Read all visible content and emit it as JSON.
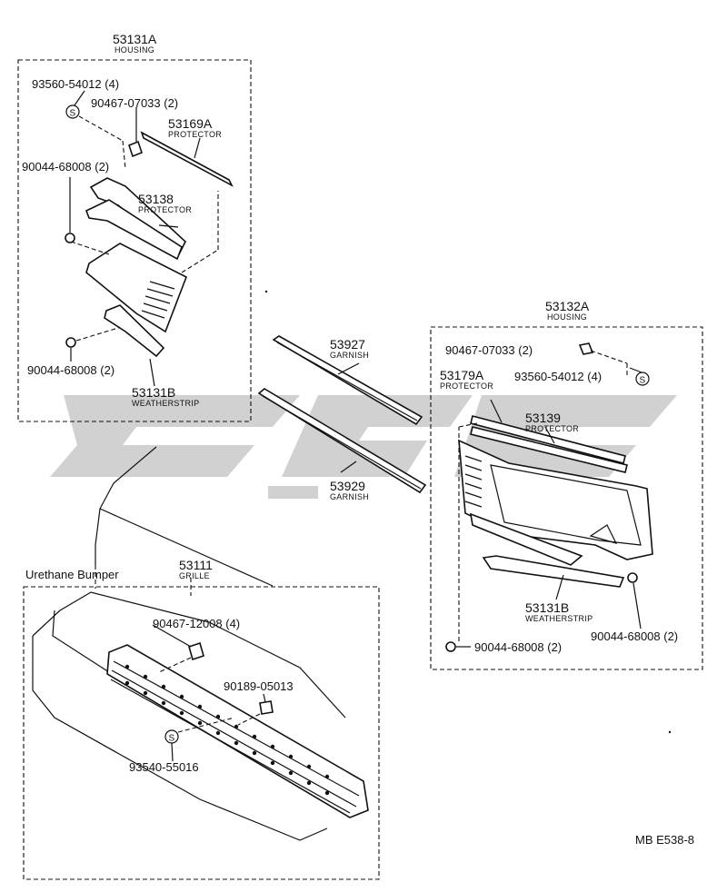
{
  "diagram": {
    "labels": {
      "housing_left_pn": "53131A",
      "housing_left_name": "HOUSING",
      "screw_left_pn": "93560-54012 (4)",
      "clip_left_pn": "90467-07033 (2)",
      "protector_left_pn": "53169A",
      "protector_left_name": "PROTECTOR",
      "nut_left_top_pn": "90044-68008 (2)",
      "protector_mid_left_pn": "53138",
      "protector_mid_left_name": "PROTECTOR",
      "nut_left_bottom_pn": "90044-68008 (2)",
      "weatherstrip_left_pn": "53131B",
      "weatherstrip_left_name": "WEATHERSTRIP",
      "garnish_upper_pn": "53927",
      "garnish_upper_name": "GARNISH",
      "garnish_lower_pn": "53929",
      "garnish_lower_name": "GARNISH",
      "housing_right_pn": "53132A",
      "housing_right_name": "HOUSING",
      "clip_right_pn": "90467-07033 (2)",
      "screw_right_pn": "93560-54012 (4)",
      "protector_right_a_pn": "53179A",
      "protector_right_a_name": "PROTECTOR",
      "protector_right_b_pn": "53139",
      "protector_right_b_name": "PROTECTOR",
      "weatherstrip_right_pn": "53131B",
      "weatherstrip_right_name": "WEATHERSTRIP",
      "nut_right_pn": "90044-68008 (2)",
      "nut_right_bottom_pn": "90044-68008 (2)",
      "bumper_label": "Urethane Bumper",
      "grille_pn": "53111",
      "grille_name": "GRILLE",
      "clip_grille_pn": "90467-12008 (4)",
      "nut_grille_pn": "90189-05013",
      "screw_grille_pn": "93540-55016",
      "diagram_code": "MB E538-8",
      "screw_symbol": "S"
    }
  }
}
